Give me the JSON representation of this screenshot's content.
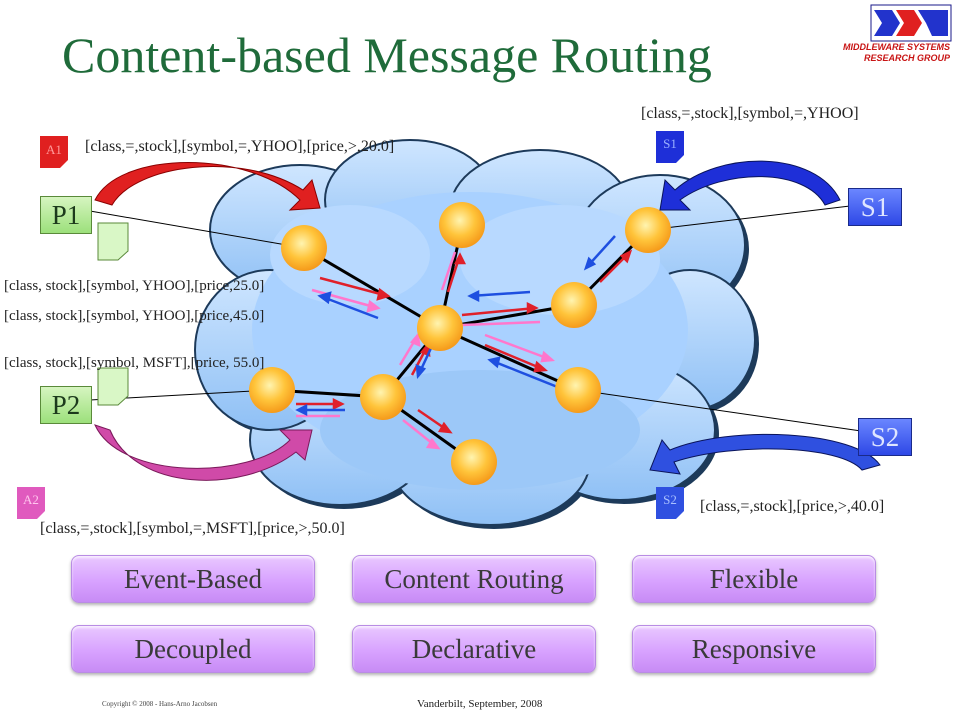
{
  "title": "Content-based Message Routing",
  "logo": {
    "line1": "MIDDLEWARE SYSTEMS",
    "line2": "RESEARCH GROUP"
  },
  "labels": {
    "sub_s1": "[class,=,stock],[symbol,=,YHOO]",
    "adv_a1": "[class,=,stock],[symbol,=,YHOO],[price,>,20.0]",
    "pub1": "[class, stock],[symbol, YHOO],[price,25.0]",
    "pub2": "[class, stock],[symbol, YHOO],[price,45.0]",
    "pub3": "[class, stock],[symbol, MSFT],[price, 55.0]",
    "adv_a2": "[class,=,stock],[symbol,=,MSFT],[price,>,50.0]",
    "sub_s2": "[class,=,stock],[price,>,40.0]"
  },
  "nodes": {
    "p1": "P1",
    "p2": "P2",
    "s1": "S1",
    "s2": "S2"
  },
  "tags": {
    "a1": "A1",
    "a2": "A2",
    "s1": "S1",
    "s2": "S2"
  },
  "buttons": [
    "Event-Based",
    "Content Routing",
    "Flexible",
    "Decoupled",
    "Declarative",
    "Responsive"
  ],
  "footer": {
    "copyright": "Copyright © 2008 - Hans-Arno Jacobsen",
    "venue": "Vanderbilt, September, 2008"
  },
  "colors": {
    "title": "#1f6b3a",
    "cloud": "#a9d1ff",
    "broker": "#ffb22e",
    "red": "#e0202a",
    "blue": "#1e4fe0",
    "pink": "#ff77cc",
    "button": "#d8a2ff"
  }
}
